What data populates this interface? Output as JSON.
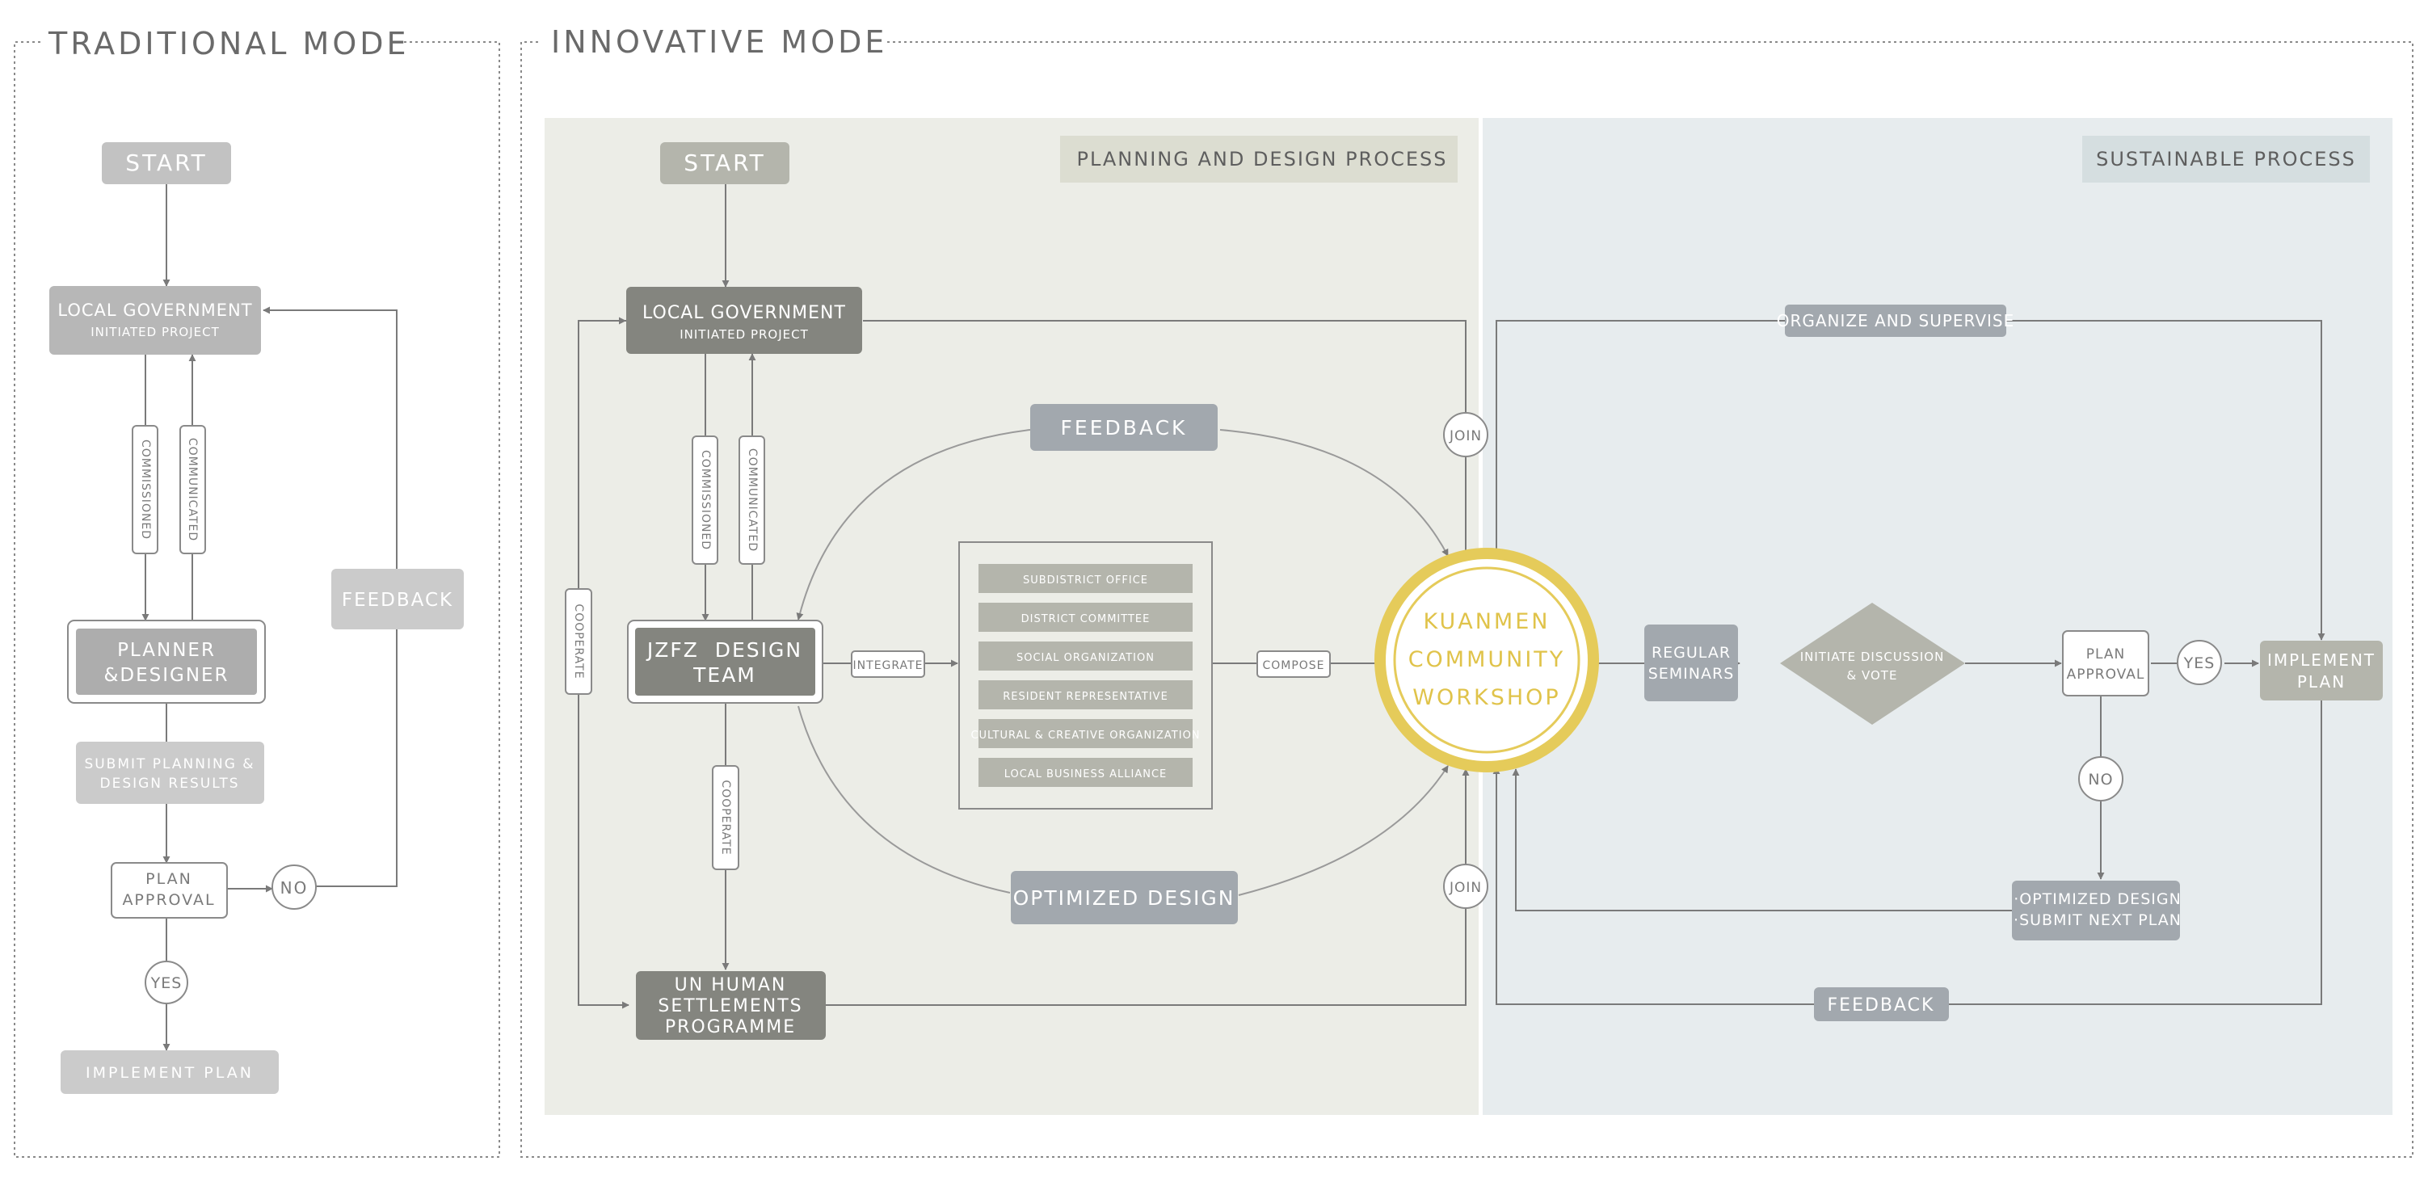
{
  "traditional": {
    "title": "TRADITIONAL MODE",
    "start": "START",
    "local_gov_line1": "LOCAL GOVERNMENT",
    "local_gov_line2": "INITIATED PROJECT",
    "commissioned": "COMMISSIONED",
    "communicated": "COMMUNICATED",
    "planner_line1": "PLANNER",
    "planner_line2": "&DESIGNER",
    "feedback": "FEEDBACK",
    "submit_line1": "SUBMIT PLANNING &",
    "submit_line2": "DESIGN RESULTS",
    "approval_line1": "PLAN",
    "approval_line2": "APPROVAL",
    "no": "NO",
    "yes": "YES",
    "implement": "IMPLEMENT PLAN"
  },
  "innovative": {
    "title": "INNOVATIVE MODE",
    "planning_header": "PLANNING AND DESIGN PROCESS",
    "sustainable_header": "SUSTAINABLE PROCESS",
    "start": "START",
    "local_gov_line1": "LOCAL GOVERNMENT",
    "local_gov_line2": "INITIATED PROJECT",
    "commissioned": "COMMISSIONED",
    "communicated": "COMMUNICATED",
    "cooperate_left": "COOPERATE",
    "cooperate_mid": "COOPERATE",
    "jzfz_line1": "JZFZ  DESIGN",
    "jzfz_line2": "TEAM",
    "integrate": "INTEGRATE",
    "compose": "COMPOSE",
    "feedback_top": "FEEDBACK",
    "optimized_design": "OPTIMIZED DESIGN",
    "un_line1": "UN HUMAN",
    "un_line2": "SETTLEMENTS",
    "un_line3": "PROGRAMME",
    "stakeholders": [
      "SUBDISTRICT OFFICE",
      "DISTRICT COMMITTEE",
      "SOCIAL ORGANIZATION",
      "RESIDENT REPRESENTATIVE",
      "CULTURAL & CREATIVE  ORGANIZATION",
      "LOCAL BUSINESS ALLIANCE"
    ],
    "join_top": "JOIN",
    "join_bottom": "JOIN",
    "workshop_line1": "KUANMEN",
    "workshop_line2": "COMMUNITY",
    "workshop_line3": "WORKSHOP",
    "organize": "ORGANIZE AND SUPERVISE",
    "seminars_line1": "REGULAR",
    "seminars_line2": "SEMINARS",
    "discussion_line1": "INITIATE DISCUSSION",
    "discussion_line2": "& VOTE",
    "approval_line1": "PLAN",
    "approval_line2": "APPROVAL",
    "yes": "YES",
    "no": "NO",
    "implement_line1": "IMPLEMENT",
    "implement_line2": "PLAN",
    "optimized_line1": "·OPTIMIZED DESIGN",
    "optimized_line2": "·SUBMIT NEXT PLAN",
    "feedback_bottom": "FEEDBACK"
  },
  "colors": {
    "planning_bg": "#ecede7",
    "sustainable_bg": "#e7ecee",
    "dark_box": "#84857f",
    "mid_box": "#a2a8ae",
    "light_box": "#b4b5ac",
    "trad_box": "#c2c2c2",
    "workshop_gold": "#e5cb5a",
    "line": "#7a7a7a"
  }
}
